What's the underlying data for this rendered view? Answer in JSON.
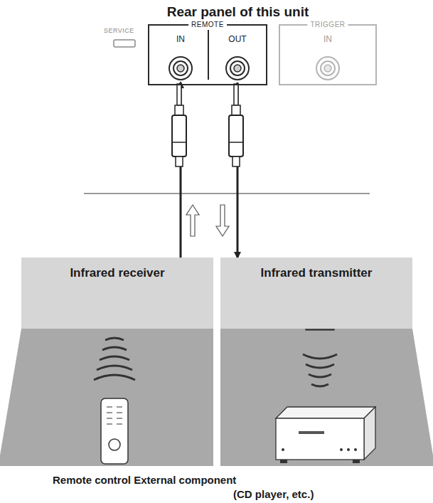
{
  "diagram": {
    "title": "Rear panel of this unit",
    "nodes": [
      {
        "text": [
          "REMOTE"
        ]
      },
      {
        "text": [
          "IN"
        ],
        "in": 0
      },
      {
        "text": [
          "OUT"
        ],
        "in": 0
      },
      {
        "text": [
          "TRIGGER"
        ]
      },
      {
        "text": [
          "IN"
        ],
        "in": 3
      },
      {
        "text": [
          "Infrared receiver"
        ]
      },
      {
        "text": [
          "Infrared transmitter"
        ]
      }
    ],
    "edges": [
      {
        "from": 5,
        "to": 1,
        "arrow": "to"
      },
      {
        "from": 2,
        "to": 6,
        "arrow": "to"
      }
    ],
    "labels": [
      "SERVICE",
      "Remote control External component",
      "(CD player, etc.)"
    ]
  }
}
